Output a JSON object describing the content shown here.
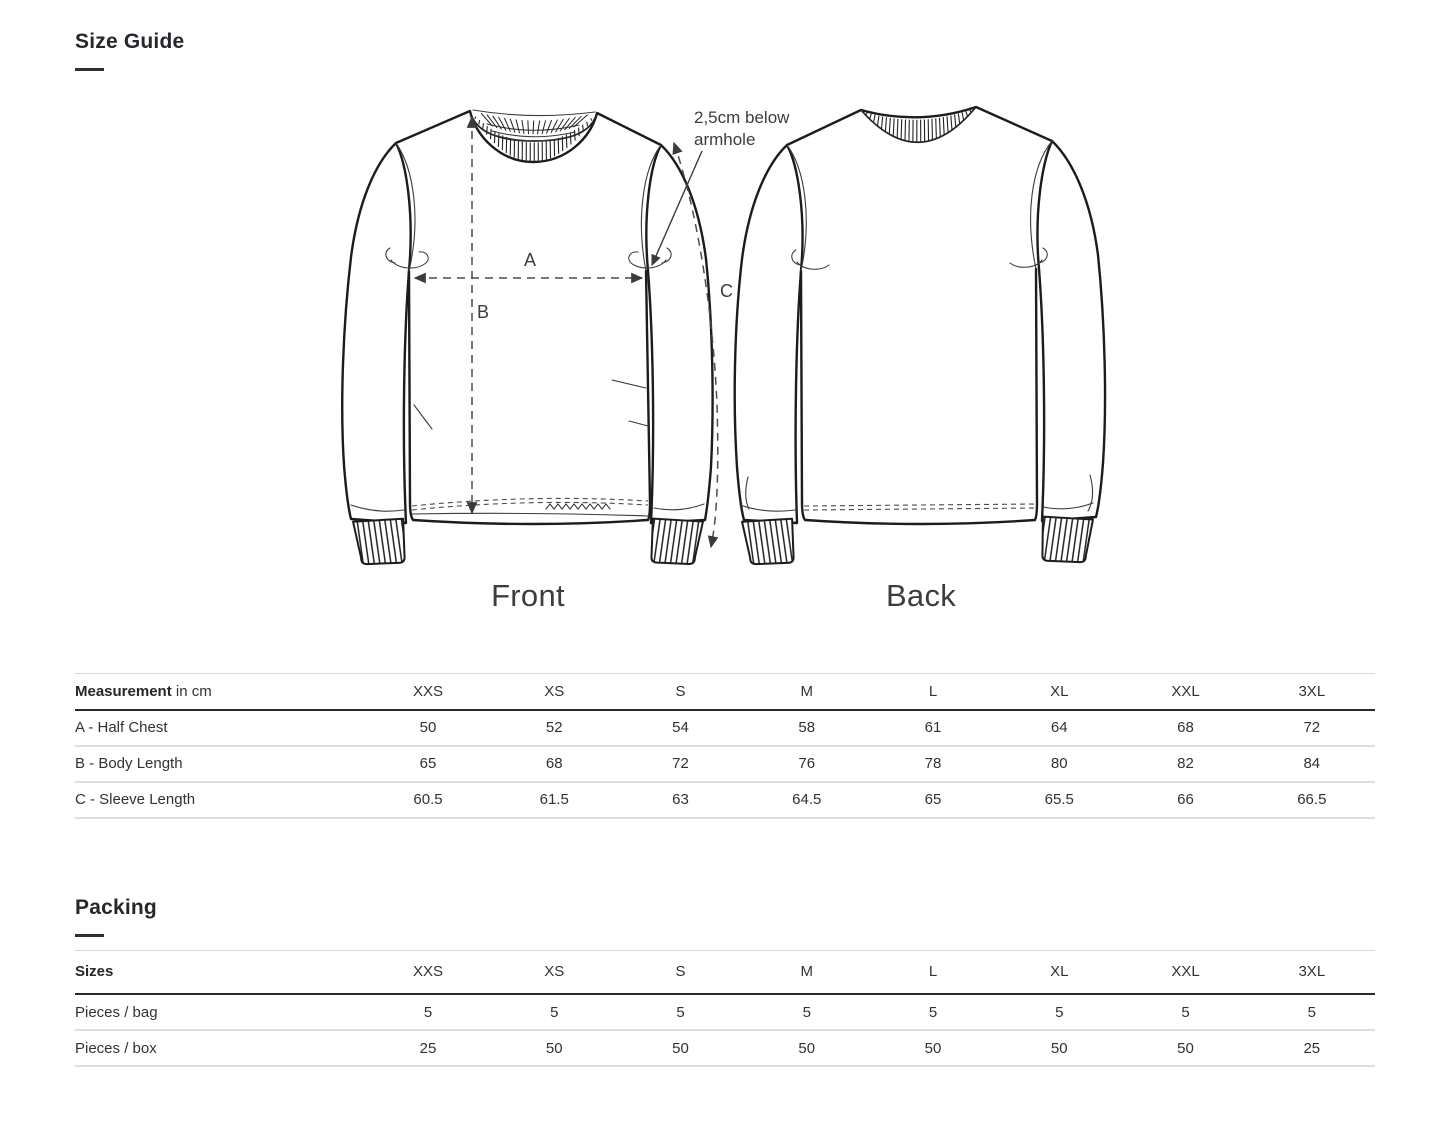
{
  "page": {
    "title": "Size Guide"
  },
  "diagram": {
    "front_label": "Front",
    "back_label": "Back",
    "armhole_note_line1": "2,5cm below",
    "armhole_note_line2": "armhole",
    "dim_a": "A",
    "dim_b": "B",
    "dim_c": "C"
  },
  "measurement_table": {
    "header_bold": "Measurement",
    "header_rest": " in cm",
    "columns": [
      "XXS",
      "XS",
      "S",
      "M",
      "L",
      "XL",
      "XXL",
      "3XL"
    ],
    "rows": [
      {
        "label": "A - Half Chest",
        "values": [
          "50",
          "52",
          "54",
          "58",
          "61",
          "64",
          "68",
          "72"
        ]
      },
      {
        "label": "B - Body Length",
        "values": [
          "65",
          "68",
          "72",
          "76",
          "78",
          "80",
          "82",
          "84"
        ]
      },
      {
        "label": "C - Sleeve Length",
        "values": [
          "60.5",
          "61.5",
          "63",
          "64.5",
          "65",
          "65.5",
          "66",
          "66.5"
        ]
      }
    ]
  },
  "packing": {
    "title": "Packing",
    "table": {
      "header": "Sizes",
      "columns": [
        "XXS",
        "XS",
        "S",
        "M",
        "L",
        "XL",
        "XXL",
        "3XL"
      ],
      "rows": [
        {
          "label": "Pieces / bag",
          "values": [
            "5",
            "5",
            "5",
            "5",
            "5",
            "5",
            "5",
            "5"
          ]
        },
        {
          "label": "Pieces / box",
          "values": [
            "25",
            "50",
            "50",
            "50",
            "50",
            "50",
            "50",
            "25"
          ]
        }
      ]
    }
  }
}
